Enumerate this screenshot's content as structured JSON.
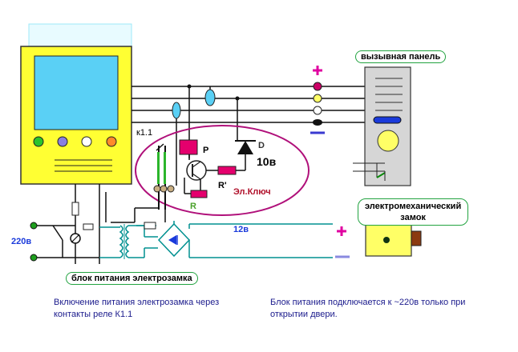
{
  "labels": {
    "call_panel": "вызывная панель",
    "lock_title_line1": "электромеханический",
    "lock_title_line2": "замок",
    "psu_label": "блок питания электрозамка",
    "relay_k": "к1.1",
    "relay_p": "P",
    "diode_d": "D",
    "diode_voltage": "10в",
    "resistor_r1": "R'",
    "resistor_r": "R",
    "el_key": "Эл.Ключ",
    "mains": "220в",
    "dc_voltage": "12в",
    "plus": "+",
    "minus": "-"
  },
  "notes": {
    "left_line1": "Включение питания электрозамка через",
    "left_line2": "контакты реле К1.1",
    "right_line1": "Блок питания подключается к ~220в только при",
    "right_line2": "открытии  двери."
  },
  "colors": {
    "monitor_body": "#ffff33",
    "monitor_screen": "#5ad0f5",
    "wire": "#000000",
    "psu_wire": "#009090",
    "relay_outline": "#b0107a",
    "relay_box": "#e4006d",
    "panel_body": "#d6d6d6",
    "lock_body": "#ffff66",
    "label_border": "#22a340",
    "note_text": "#1a1a8c"
  },
  "icons": [
    "plus-icon",
    "minus-icon",
    "transistor-icon",
    "diode-icon",
    "bridge-rectifier-icon",
    "transformer-icon",
    "switch-icon"
  ]
}
